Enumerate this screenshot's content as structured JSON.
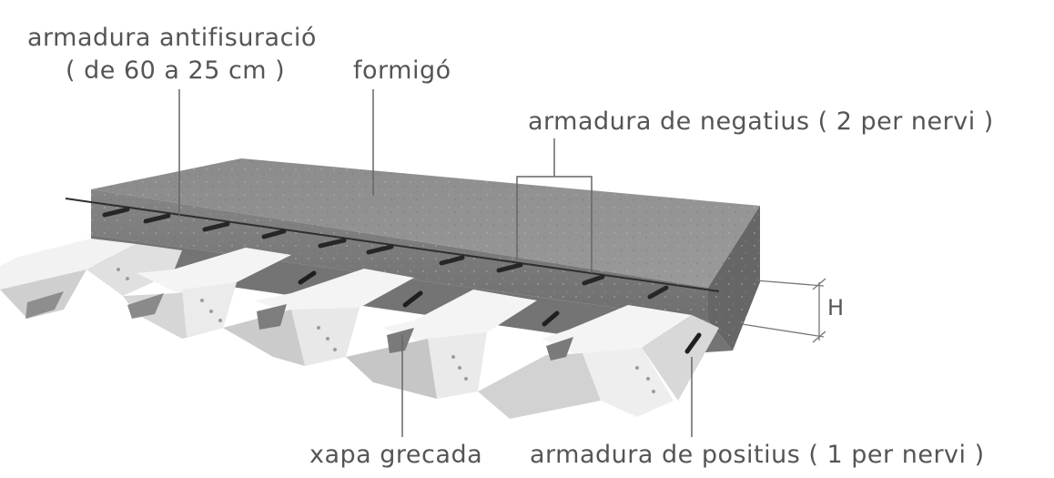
{
  "labels": {
    "antifisuracio_line1": "armadura antifisuració",
    "antifisuracio_line2": "( de 60 a 25 cm )",
    "formigo": "formigó",
    "negatius": "armadura de negatius ( 2 per nervi )",
    "xapa": "xapa grecada",
    "positius": "armadura de positius ( 1 per nervi )",
    "height": "H"
  },
  "colors": {
    "slab_top": "#8d8d8d",
    "slab_front": "#7a7a7a",
    "slab_side": "#6b6b6b",
    "deck_light": "#f2f2f2",
    "deck_shade": "#c9c9c9",
    "deck_dark": "#9a9a9a",
    "rebar": "#2a2a2a",
    "leader": "#666666",
    "text": "#555555"
  }
}
